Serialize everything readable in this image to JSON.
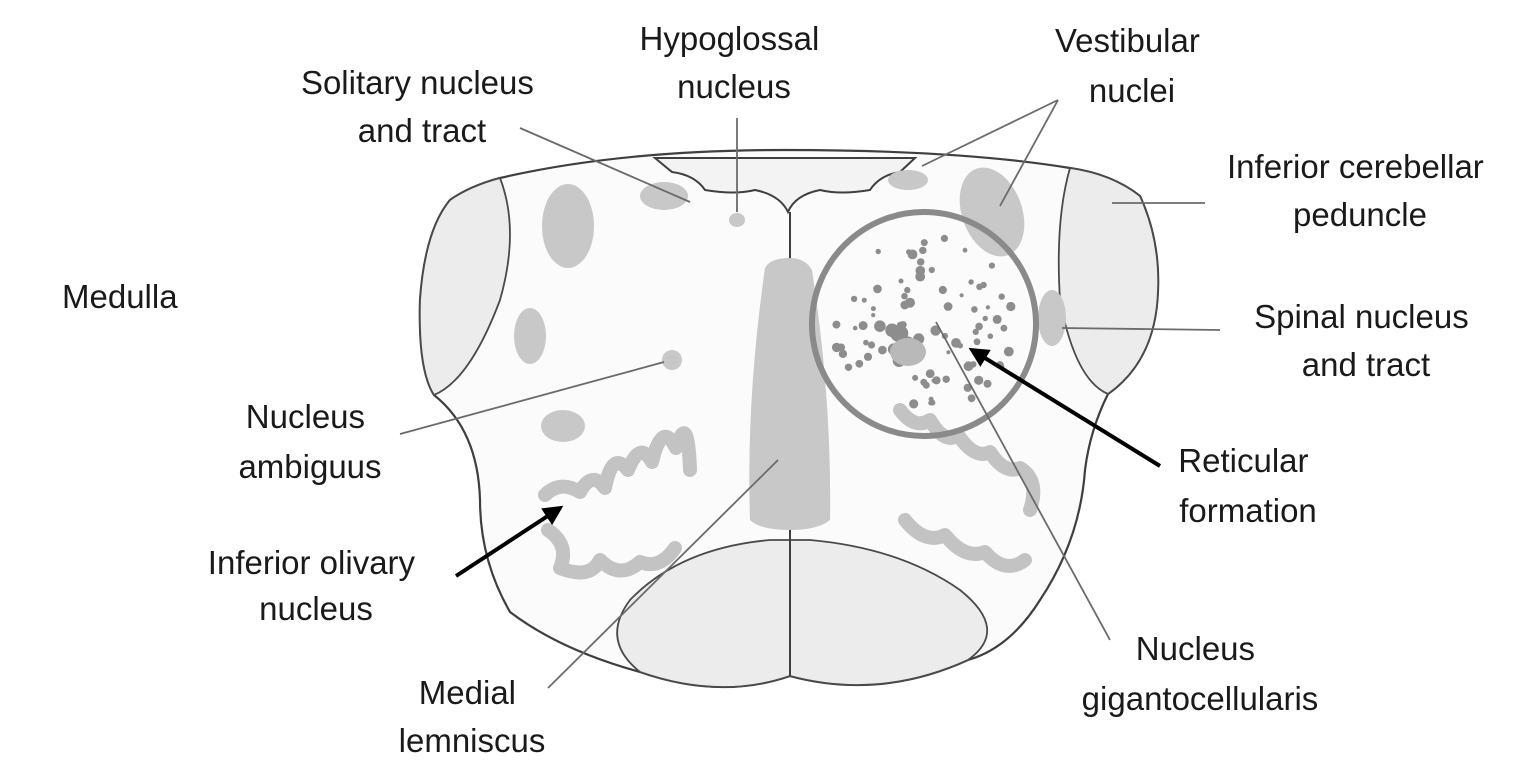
{
  "diagram": {
    "region_label": "Medulla",
    "labels": {
      "hypoglossal_nucleus": [
        "Hypoglossal",
        "nucleus"
      ],
      "vestibular_nuclei": [
        "Vestibular",
        "nuclei"
      ],
      "solitary_nucleus": [
        "Solitary nucleus",
        "and tract"
      ],
      "inferior_cerebellar_peduncle": [
        "Inferior cerebellar",
        "peduncle"
      ],
      "spinal_nucleus": [
        "Spinal nucleus",
        "and tract"
      ],
      "nucleus_ambiguus": [
        "Nucleus",
        "ambiguus"
      ],
      "reticular_formation": [
        "Reticular",
        "formation"
      ],
      "inferior_olivary_nucleus": [
        "Inferior olivary",
        "nucleus"
      ],
      "nucleus_gigantocellularis": [
        "Nucleus",
        "gigantocellularis"
      ],
      "medial_lemniscus": [
        "Medial",
        "lemniscus"
      ]
    },
    "colors": {
      "outline": "#3f3f3f",
      "structure_fill": "#c8c8c8",
      "reticular_dots": "#8d8d8d",
      "label_text": "#1a1a1a"
    }
  }
}
